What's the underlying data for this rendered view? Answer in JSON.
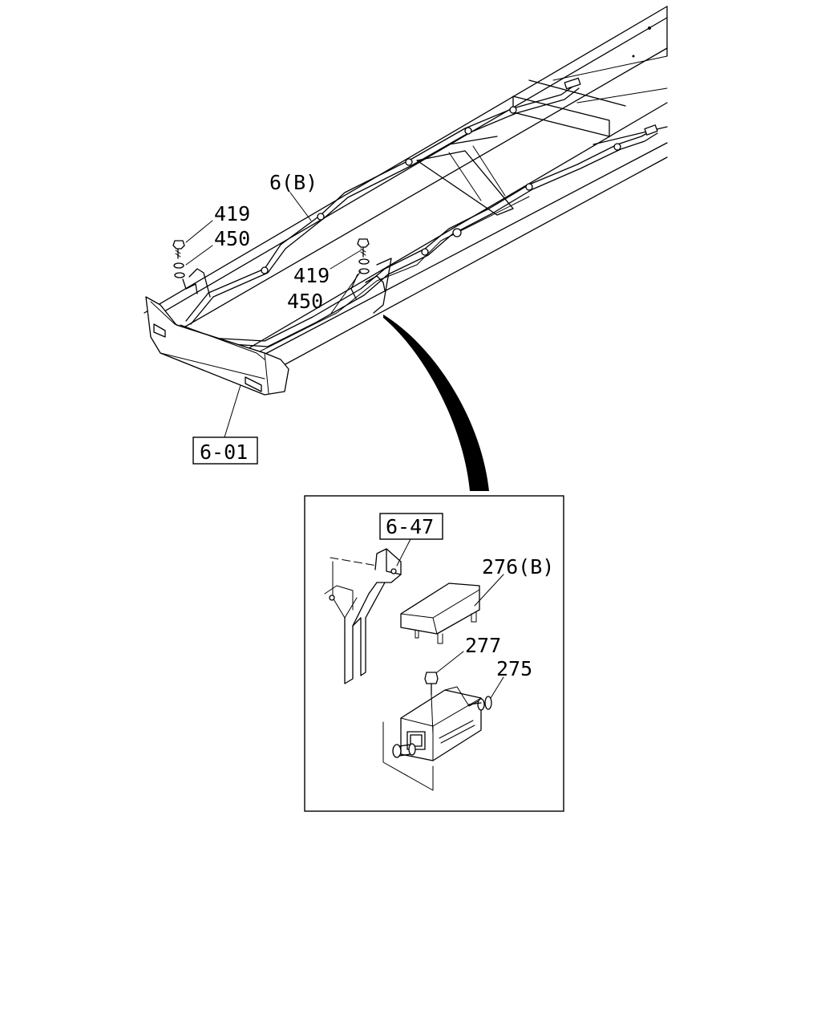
{
  "labels": {
    "pipe_6b": "6(B)",
    "bolt_419_left": "419",
    "washer_450_left": "450",
    "bolt_419_right": "419",
    "washer_450_right": "450",
    "ref_6_01": "6-01",
    "ref_6_47": "6-47",
    "cover_276b": "276(B)",
    "bolt_277": "277",
    "fitting_275": "275"
  },
  "colors": {
    "line": "#000000",
    "background": "#ffffff"
  }
}
